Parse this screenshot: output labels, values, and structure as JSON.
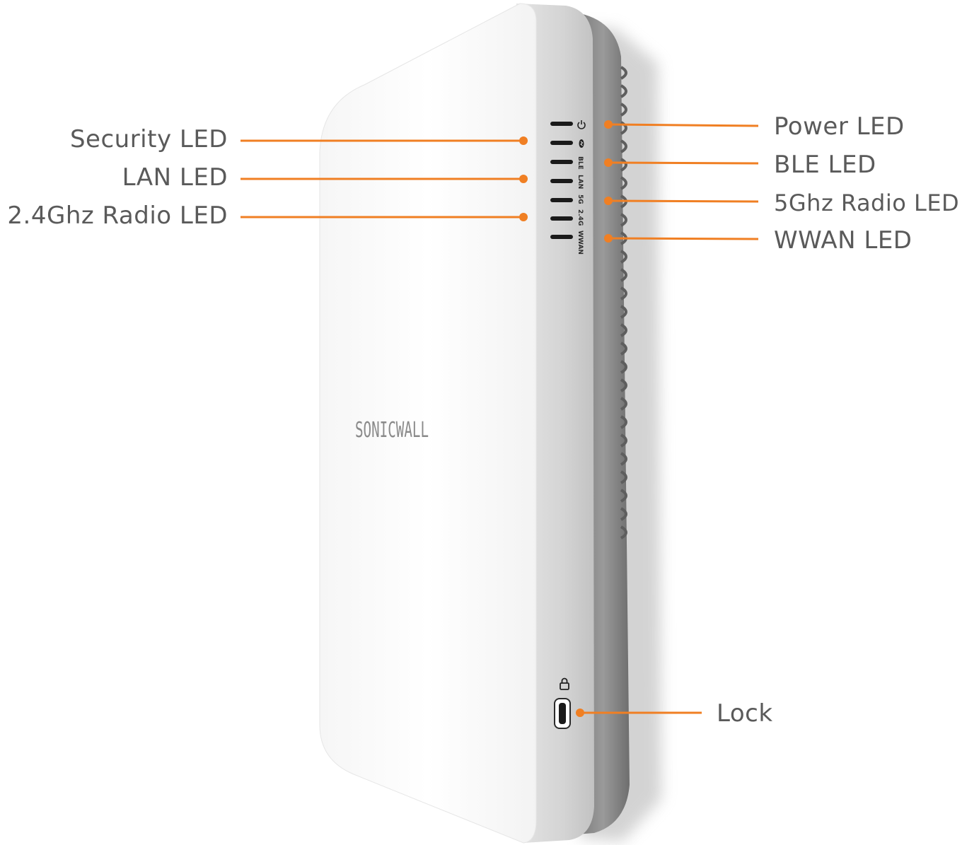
{
  "brand": {
    "logo": "SONICWALL"
  },
  "device_marks": {
    "led_labels": [
      "BLE",
      "LAN",
      "5G",
      "2.4G",
      "WWAN"
    ],
    "power_symbol": "power-icon",
    "bluetooth_symbol": "bluetooth-icon",
    "lock_symbol": "lock-icon"
  },
  "callouts": {
    "left": [
      {
        "label": "Security LED"
      },
      {
        "label": "LAN LED"
      },
      {
        "label": "2.4Ghz Radio LED"
      }
    ],
    "right": [
      {
        "label": "Power LED"
      },
      {
        "label": "BLE LED"
      },
      {
        "label": "5Ghz Radio LED"
      },
      {
        "label": "WWAN LED"
      }
    ],
    "lock": {
      "label": "Lock"
    }
  },
  "colors": {
    "callout_line": "#f07f23",
    "label_text": "#5a5a5a",
    "device_front": "#fbfbfb",
    "device_side": "#d2d2d2",
    "device_back": "#8e8e8e"
  }
}
